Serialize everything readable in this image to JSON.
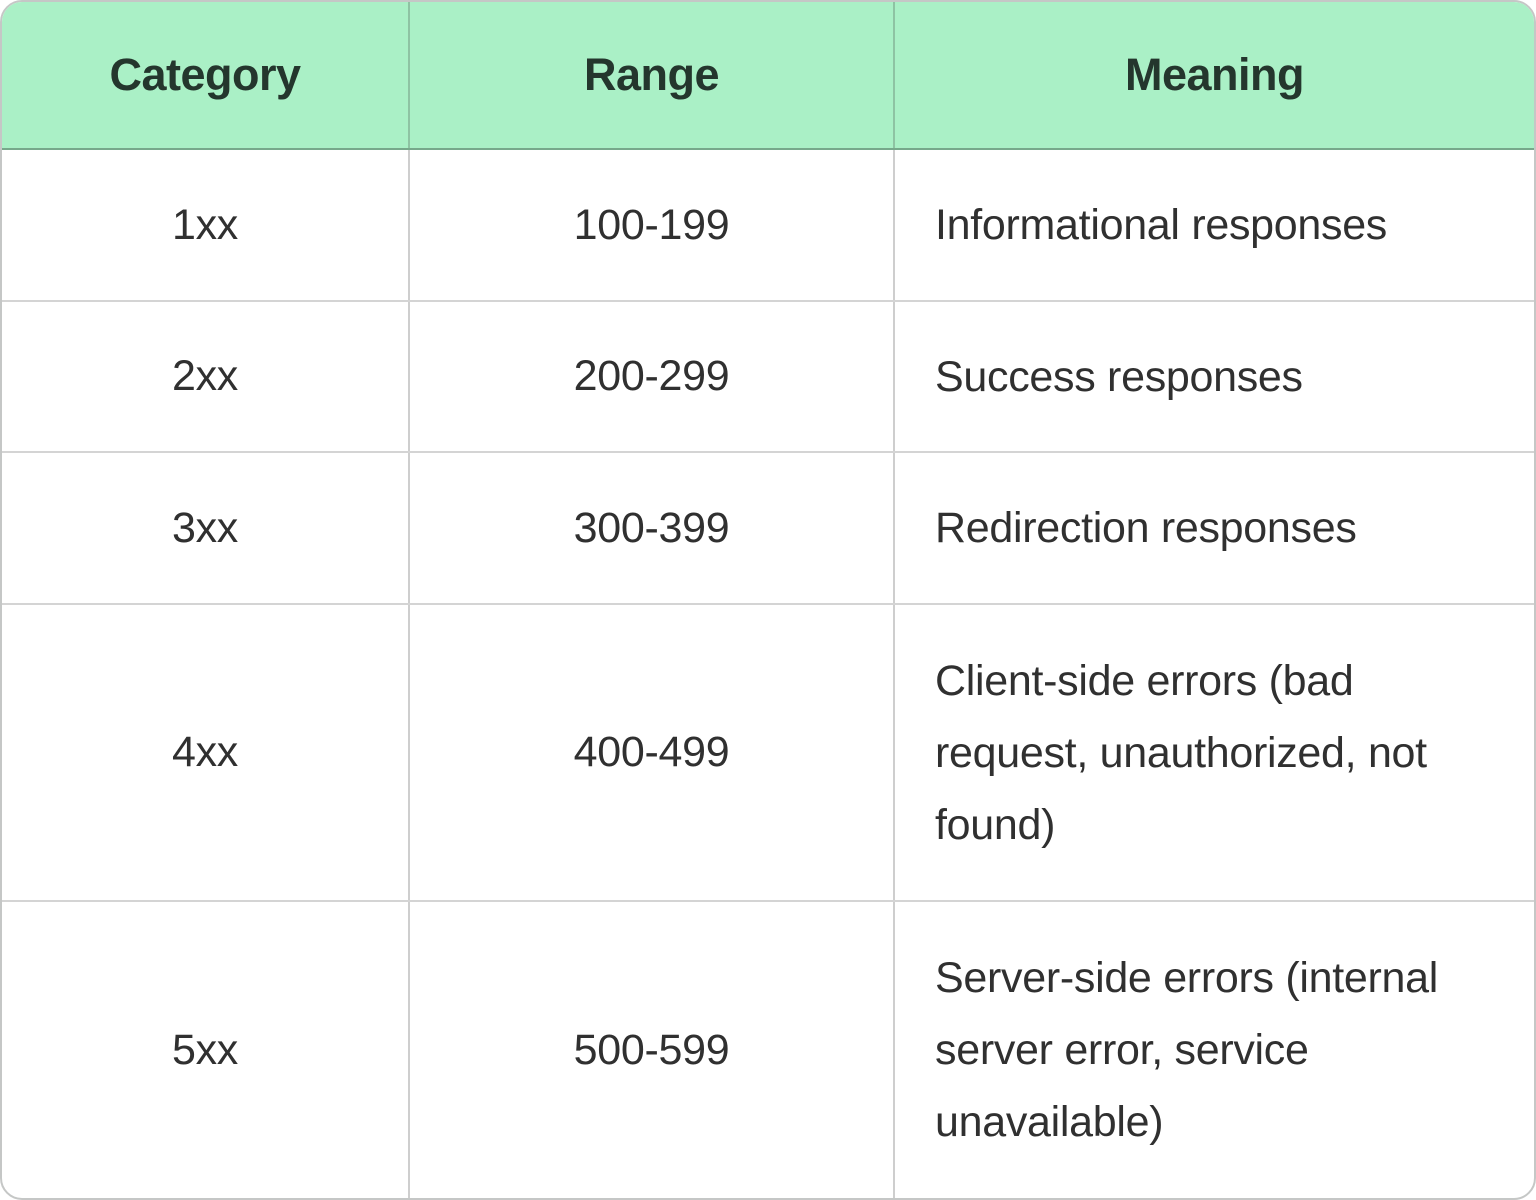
{
  "chart_data": {
    "type": "table",
    "columns": [
      "Category",
      "Range",
      "Meaning"
    ],
    "rows": [
      [
        "1xx",
        "100-199",
        "Informational responses"
      ],
      [
        "2xx",
        "200-299",
        "Success responses"
      ],
      [
        "3xx",
        "300-399",
        "Redirection responses"
      ],
      [
        "4xx",
        "400-499",
        "Client-side errors (bad request, unauthorized, not found)"
      ],
      [
        "5xx",
        "500-599",
        "Server-side errors (internal server error, service unavailable)"
      ]
    ],
    "layout": {
      "header_position": "top",
      "grid": "on",
      "column_alignment": [
        "center",
        "center",
        "left"
      ]
    }
  },
  "colors": {
    "header_bg": "#aaf0c6",
    "header_text": "#24362d",
    "body_text": "#303030",
    "divider": "#d0d0d0",
    "outer_border": "#c5c7c6",
    "body_bg": "#ffffff"
  }
}
